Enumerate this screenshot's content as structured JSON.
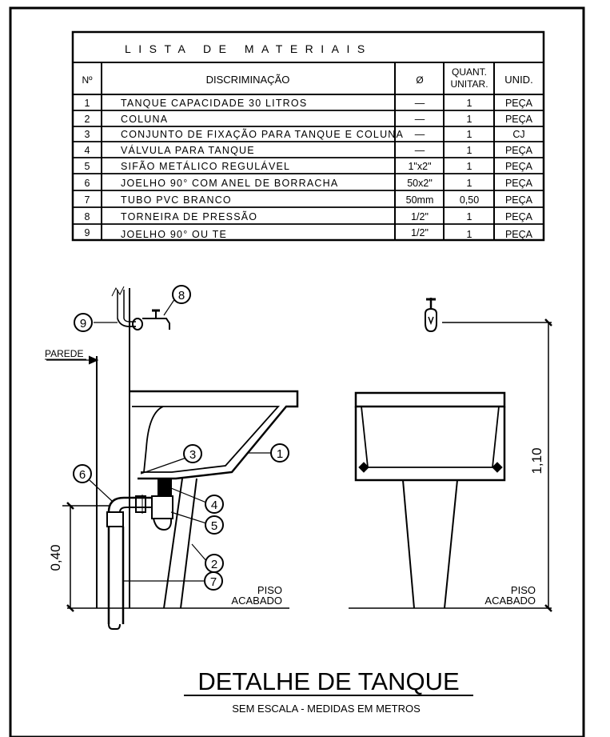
{
  "materials": {
    "title": "LISTA DE MATERIAIS",
    "headers": {
      "num": "Nº",
      "desc": "DISCRIMINAÇÃO",
      "dia": "Ø",
      "qty_line1": "QUANT.",
      "qty_line2": "UNITAR.",
      "unit": "UNID."
    },
    "rows": [
      {
        "num": "1",
        "desc": "TANQUE CAPACIDADE 30 LITROS",
        "dia": "—",
        "qty": "1",
        "unit": "PEÇA"
      },
      {
        "num": "2",
        "desc": "COLUNA",
        "dia": "—",
        "qty": "1",
        "unit": "PEÇA"
      },
      {
        "num": "3",
        "desc": "CONJUNTO DE FIXAÇÃO PARA TANQUE E COLUNA",
        "dia": "—",
        "qty": "1",
        "unit": "CJ"
      },
      {
        "num": "4",
        "desc": "VÁLVULA PARA TANQUE",
        "dia": "—",
        "qty": "1",
        "unit": "PEÇA"
      },
      {
        "num": "5",
        "desc": "SIFÃO METÁLICO REGULÁVEL",
        "dia": "1\"x2\"",
        "qty": "1",
        "unit": "PEÇA"
      },
      {
        "num": "6",
        "desc": "JOELHO 90° COM ANEL DE BORRACHA",
        "dia": "50x2\"",
        "qty": "1",
        "unit": "PEÇA"
      },
      {
        "num": "7",
        "desc": "TUBO PVC BRANCO",
        "dia": "50mm",
        "qty": "0,50",
        "unit": "PEÇA"
      },
      {
        "num": "8",
        "desc": "TORNEIRA DE PRESSÃO",
        "dia": "1/2\"",
        "qty": "1",
        "unit": "PEÇA"
      },
      {
        "num": "9",
        "desc": "JOELHO 90° OU TE",
        "dia": "1/2\"",
        "qty": "1",
        "unit": "PEÇA"
      }
    ]
  },
  "drawing": {
    "wall_label": "PAREDE",
    "floor_line1": "PISO",
    "floor_line2": "ACABADO",
    "dim_side": "0,40",
    "dim_front": "1,10",
    "callouts": [
      "1",
      "2",
      "3",
      "4",
      "5",
      "6",
      "7",
      "8",
      "9"
    ]
  },
  "caption": {
    "title": "DETALHE DE TANQUE",
    "subtitle": "SEM ESCALA - MEDIDAS EM METROS"
  }
}
